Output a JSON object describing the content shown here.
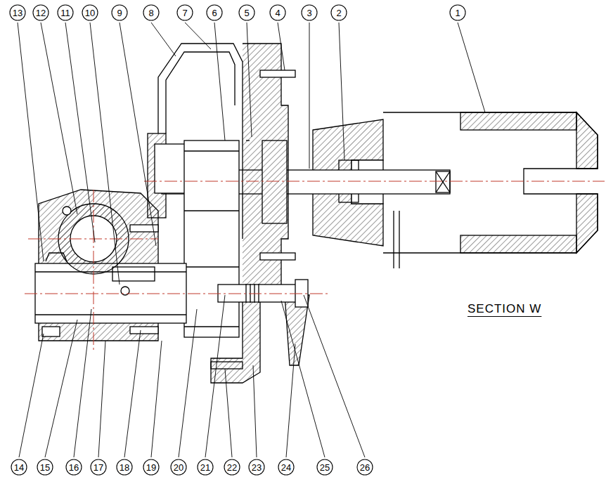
{
  "diagram": {
    "nodes": [
      {
        "text": [
          "13"
        ]
      },
      {
        "text": [
          "12"
        ]
      },
      {
        "text": [
          "11"
        ]
      },
      {
        "text": [
          "10"
        ]
      },
      {
        "text": [
          "9"
        ]
      },
      {
        "text": [
          "8"
        ]
      },
      {
        "text": [
          "7"
        ]
      },
      {
        "text": [
          "6"
        ]
      },
      {
        "text": [
          "5"
        ]
      },
      {
        "text": [
          "4"
        ]
      },
      {
        "text": [
          "3"
        ]
      },
      {
        "text": [
          "2"
        ]
      },
      {
        "text": [
          "1"
        ]
      },
      {
        "text": [
          "14"
        ]
      },
      {
        "text": [
          "15"
        ]
      },
      {
        "text": [
          "16"
        ]
      },
      {
        "text": [
          "17"
        ]
      },
      {
        "text": [
          "18"
        ]
      },
      {
        "text": [
          "19"
        ]
      },
      {
        "text": [
          "20"
        ]
      },
      {
        "text": [
          "21"
        ]
      },
      {
        "text": [
          "22"
        ]
      },
      {
        "text": [
          "23"
        ]
      },
      {
        "text": [
          "24"
        ]
      },
      {
        "text": [
          "25"
        ]
      },
      {
        "text": [
          "26"
        ]
      }
    ],
    "labels": [
      "SECTION W"
    ]
  }
}
